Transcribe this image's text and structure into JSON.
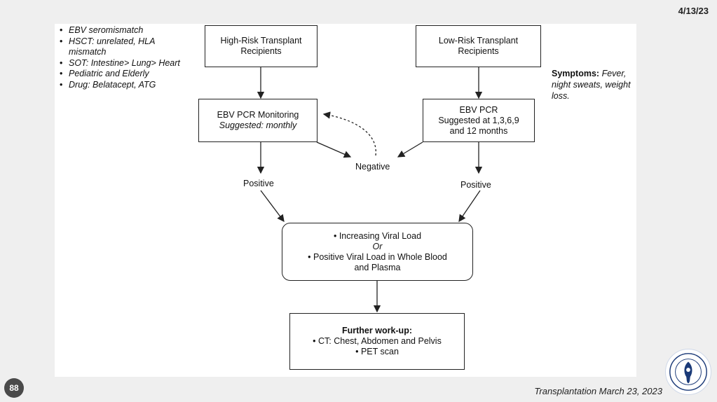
{
  "header": {
    "date": "4/13/23"
  },
  "risk_factors": [
    "EBV seromismatch",
    "HSCT: unrelated, HLA mismatch",
    "SOT: Intestine> Lung> Heart",
    "Pediatric and Elderly",
    "Drug: Belatacept, ATG"
  ],
  "flow": {
    "high_risk": {
      "line1": "High-Risk Transplant",
      "line2": "Recipients"
    },
    "low_risk": {
      "line1": "Low-Risk Transplant",
      "line2": "Recipients"
    },
    "monitoring": {
      "line1": "EBV PCR Monitoring",
      "line2": "Suggested: monthly"
    },
    "pcr": {
      "line1": "EBV PCR",
      "line2": "Suggested at 1,3,6,9",
      "line3": "and 12 months"
    },
    "negative": "Negative",
    "positive_left": "Positive",
    "positive_right": "Positive",
    "criteria": {
      "item1": "Increasing Viral Load",
      "or": "Or",
      "item2": "Positive  Viral Load in Whole Blood",
      "item2b": "and Plasma"
    },
    "workup": {
      "title": "Further work-up:",
      "item1": "CT: Chest, Abdomen and Pelvis",
      "item2": "PET scan"
    }
  },
  "symptoms": {
    "label": "Symptoms:",
    "text": "Fever, night sweats, weight loss."
  },
  "footer": {
    "page_number": "88",
    "citation": "Transplantation March 23, 2023"
  }
}
